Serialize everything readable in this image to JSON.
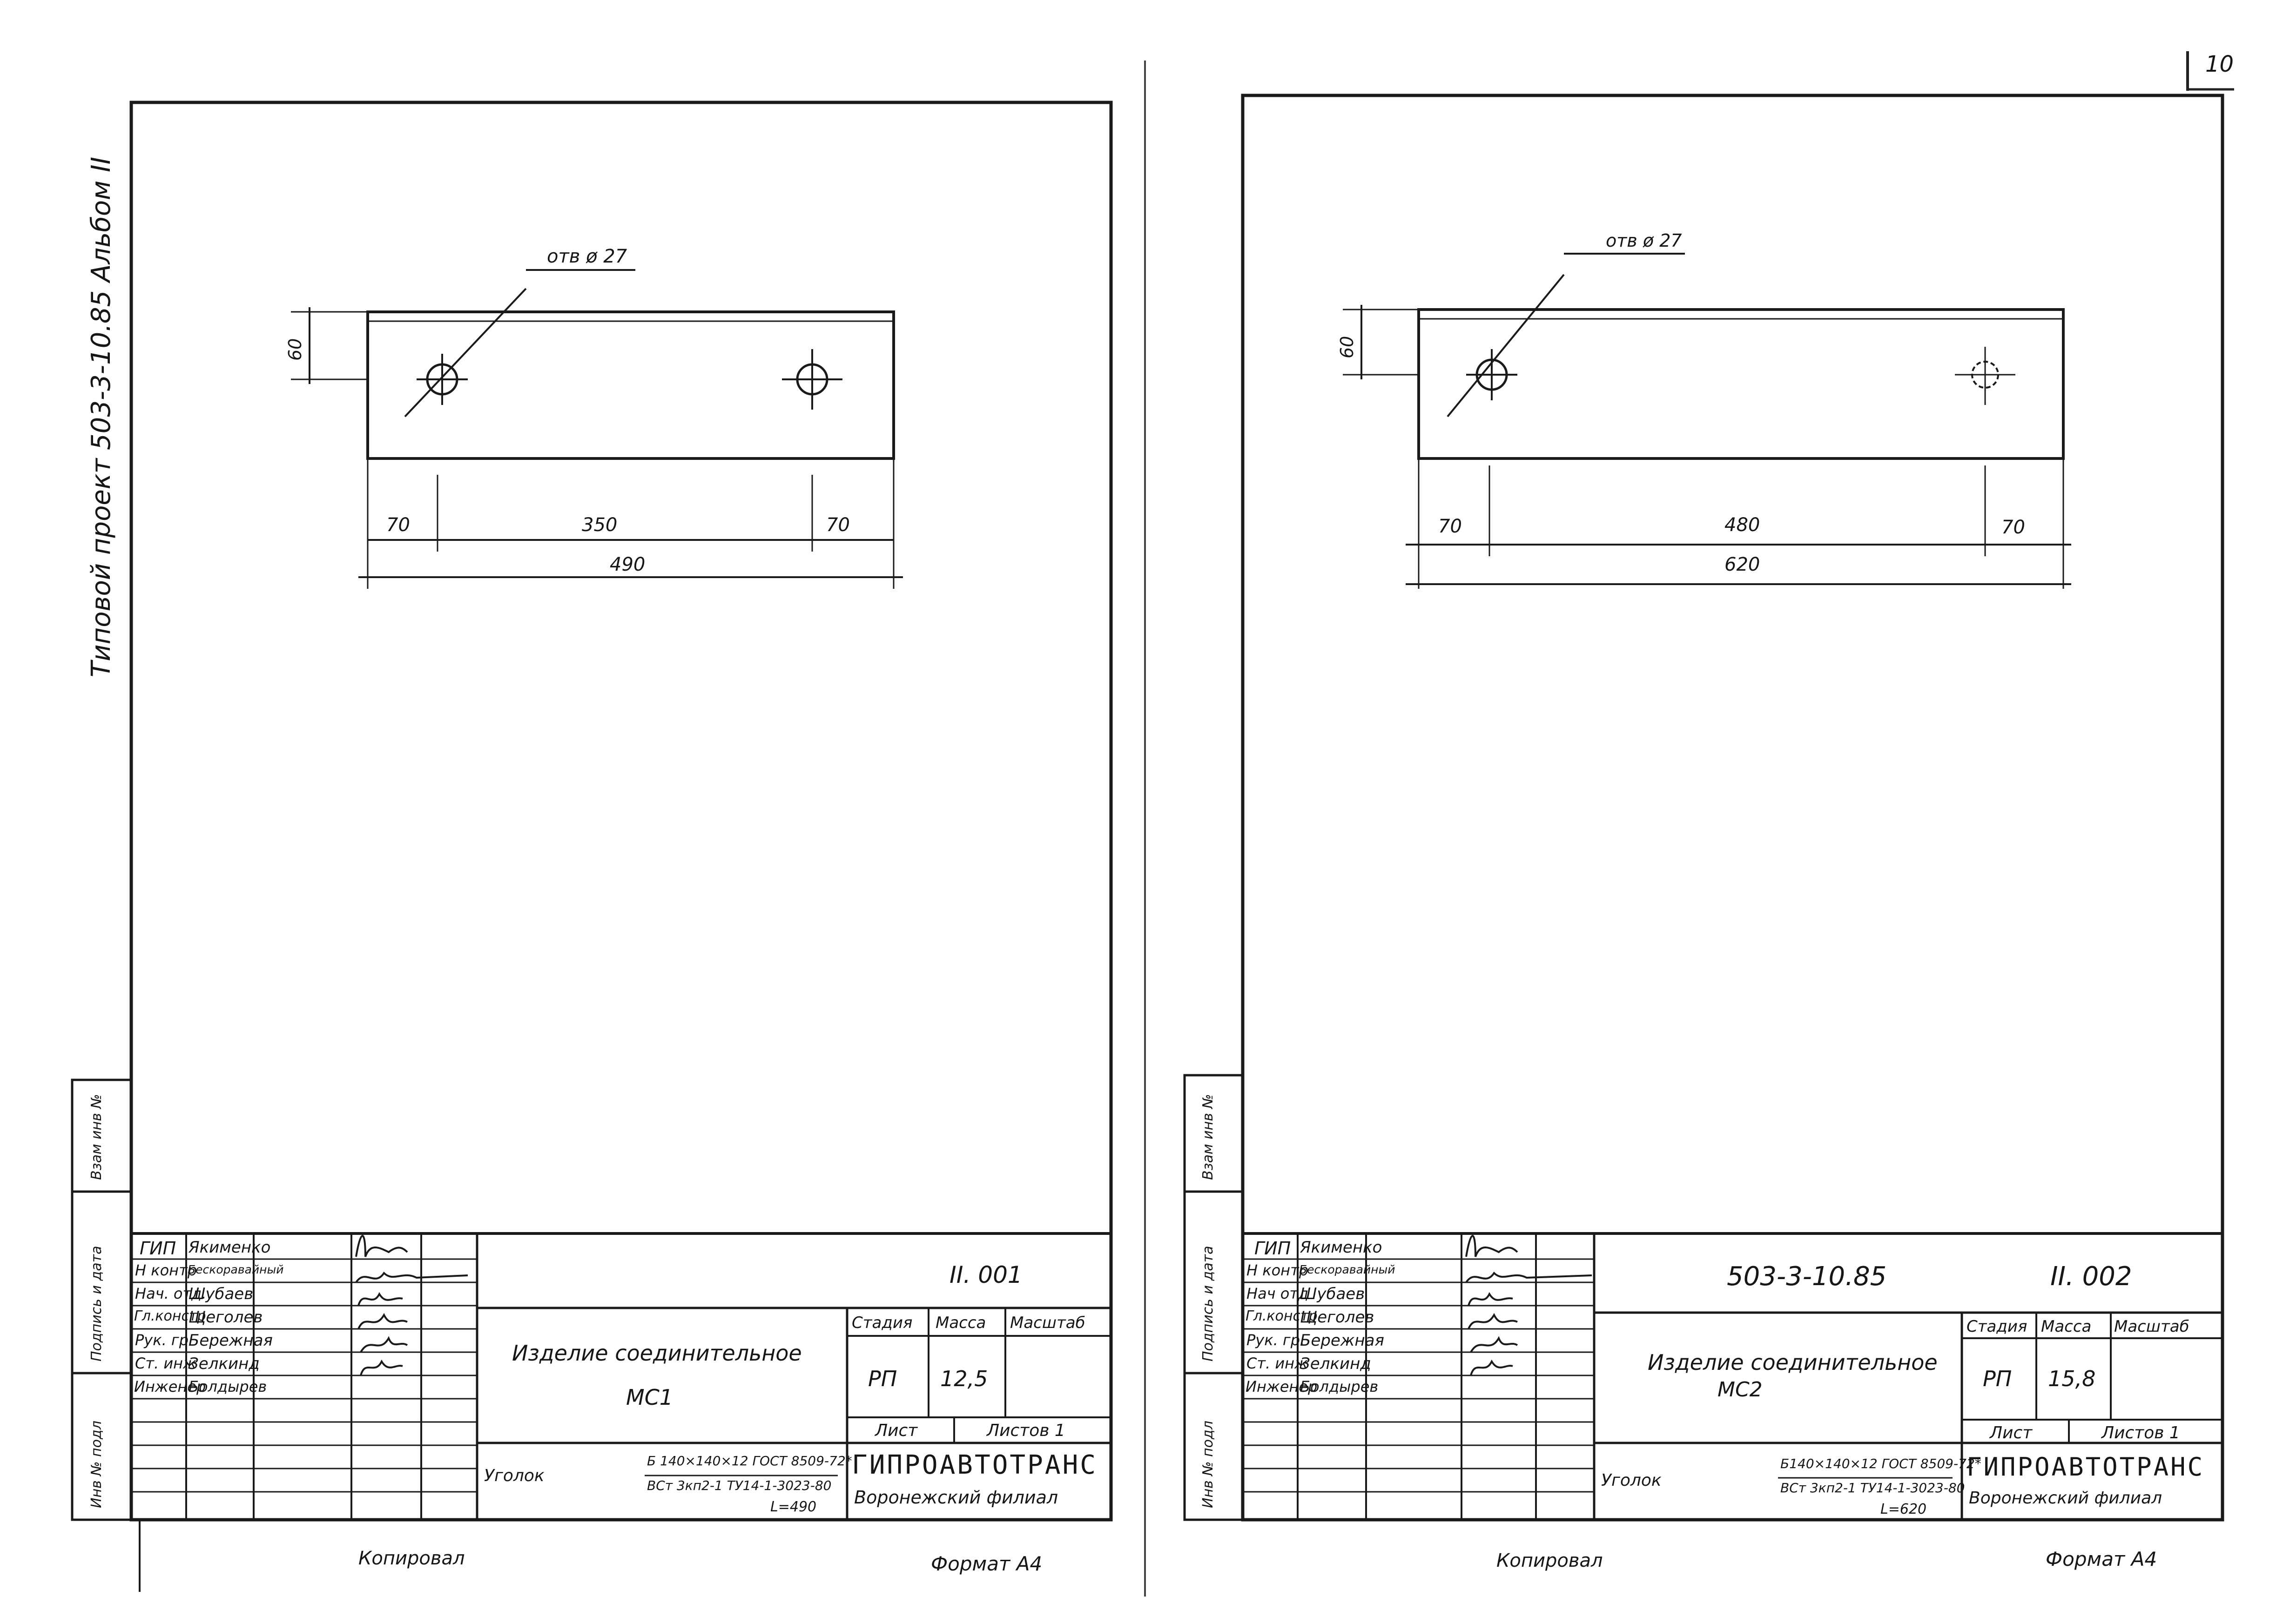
{
  "page_number": "10",
  "binding_margin": {
    "project_text": "Типовой проект 503-3-10.85 Альбом II",
    "vzam_inv": "Взам инв №",
    "podpis_data": "Подпись и дата",
    "inv_podl": "Инв № подл"
  },
  "sheets": [
    {
      "id": "left",
      "hole_label": "отв ø 27",
      "dim_height": "60",
      "dim_left": "70",
      "dim_middle": "350",
      "dim_right": "70",
      "dim_total": "490",
      "roles": [
        "ГИП",
        "Н контр",
        "Нач. отд.",
        "Гл.констр",
        "Рук. гр",
        "Ст. инж",
        "Инженер"
      ],
      "names": [
        "Якименко",
        "Бескоравайный",
        "Шубаев",
        "Щеголев",
        "Бережная",
        "Зелкинд",
        "Болдырев"
      ],
      "designation": "",
      "doc_code": "II. 001",
      "title_line1": "Изделие соединительное",
      "title_line2": "МС1",
      "stage_header": "Стадия",
      "mass_header": "Масса",
      "scale_header": "Масштаб",
      "stage": "РП",
      "mass": "12,5",
      "sheet_label": "Лист",
      "sheets_label": "Листов 1",
      "material_label": "Уголок",
      "material_top": "Б 140×140×12 ГОСТ 8509-72*",
      "material_bottom": "ВСт 3кп2-1 ТУ14-1-3023-80",
      "length": "L=490",
      "org_name": "ГИПРОАВТОТРАНС",
      "org_branch": "Воронежский филиал",
      "copied": "Копировал",
      "format": "Формат А4"
    },
    {
      "id": "right",
      "hole_label": "отв ø 27",
      "dim_height": "60",
      "dim_left": "70",
      "dim_middle": "480",
      "dim_right": "70",
      "dim_total": "620",
      "roles": [
        "ГИП",
        "Н контр",
        "Нач отд",
        "Гл.констр",
        "Рук. гр.",
        "Ст. инж",
        "Инженер"
      ],
      "names": [
        "Якименко",
        "Бескоравайный",
        "Шубаев",
        "Щеголев",
        "Бережная",
        "Зелкинд",
        "Болдырев"
      ],
      "designation": "503-3-10.85",
      "doc_code": "II. 002",
      "title_line1": "Изделие соединительное",
      "title_line2": "МС2",
      "stage_header": "Стадия",
      "mass_header": "Масса",
      "scale_header": "Масштаб",
      "stage": "РП",
      "mass": "15,8",
      "sheet_label": "Лист",
      "sheets_label": "Листов 1",
      "material_label": "Уголок",
      "material_top": "Б140×140×12 ГОСТ 8509-72*",
      "material_bottom": "ВСт 3кп2-1 ТУ14-1-3023-80",
      "length": "L=620",
      "org_name": "ГИПРОАВТОТРАНС",
      "org_branch": "Воронежский филиал",
      "copied": "Копировал",
      "format": "Формат А4"
    }
  ]
}
